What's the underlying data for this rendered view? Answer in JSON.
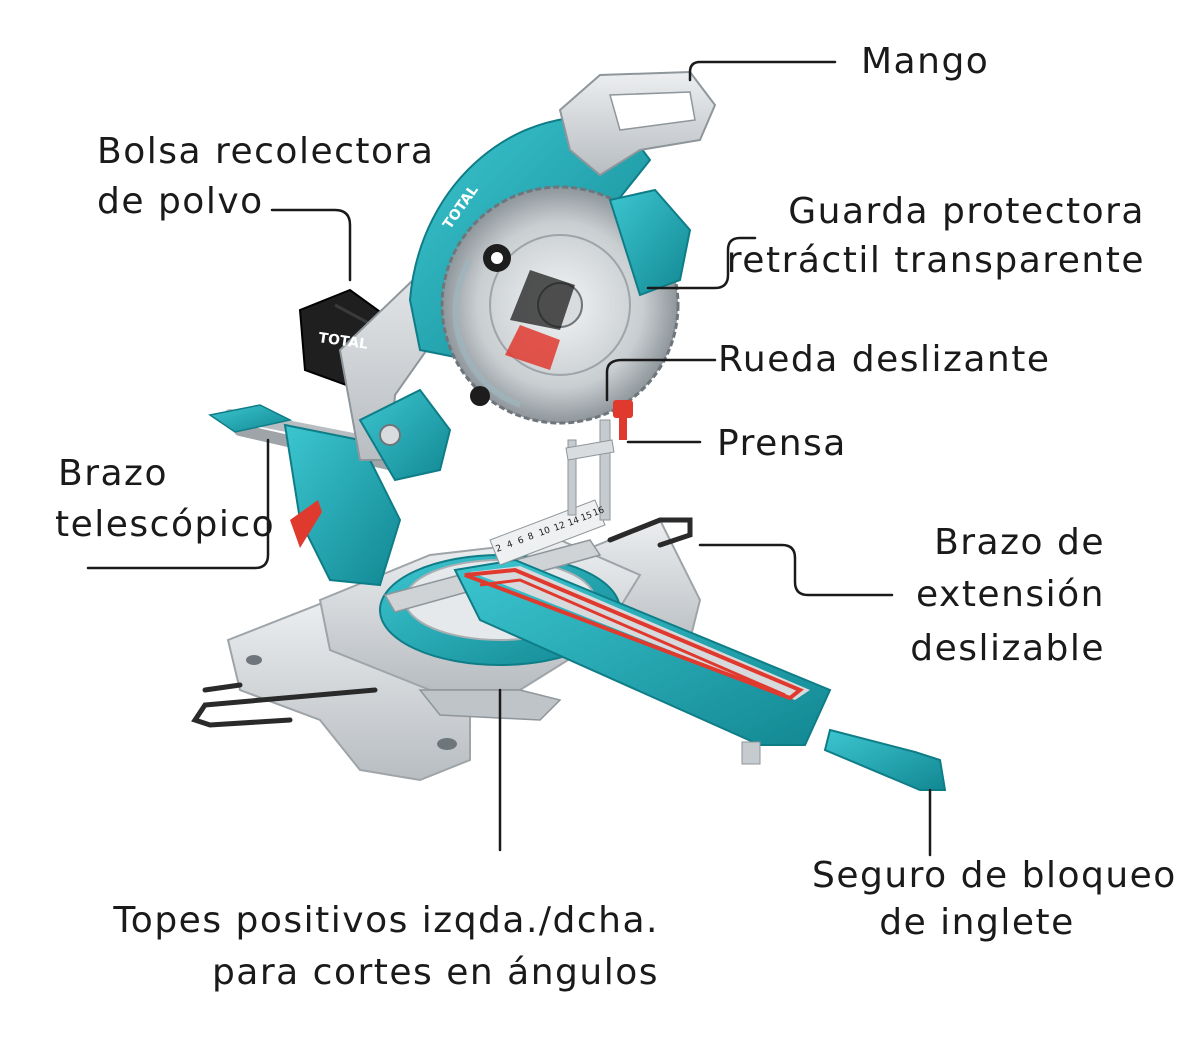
{
  "labels": {
    "handle": "Mango",
    "dust_bag": [
      "Bolsa recolectora",
      "de polvo"
    ],
    "guard": [
      "Guarda protectora",
      "retráctil transparente"
    ],
    "slide_wheel": "Rueda deslizante",
    "clamp": "Prensa",
    "telescopic_arm": [
      "Brazo",
      "telescópico"
    ],
    "extension_arm": [
      "Brazo de",
      "extensión",
      "deslizable"
    ],
    "positive_stops": [
      "Topes positivos izqda./dcha.",
      "para cortes en ángulos"
    ],
    "miter_lock": [
      "Seguro de bloqueo",
      "de inglete"
    ]
  },
  "product": {
    "brand_text": "TOTAL",
    "scale_ticks": [
      "2",
      "4",
      "6",
      "8",
      "10",
      "12",
      "14",
      "15",
      "16"
    ]
  },
  "colors": {
    "teal": "#20b1bd",
    "teal_dark": "#138a95",
    "silver": "#d9dcde",
    "silver_dark": "#a9aeb2",
    "red": "#e03a2f",
    "black": "#1d1d1d",
    "line": "#1a1a1a"
  }
}
